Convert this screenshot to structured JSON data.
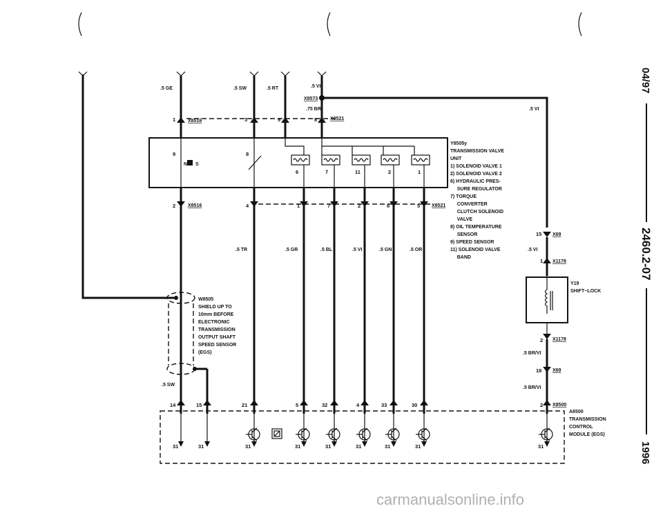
{
  "margin": {
    "date": "04/97",
    "page": "2460.2-07",
    "year": "1996"
  },
  "watermark": "carmanualsonline.info",
  "wires_top": [
    {
      "color": ".5 GE",
      "pin": "1",
      "conn": "X8516"
    },
    {
      "color": ".5 SW",
      "pin": "3",
      "conn": ""
    },
    {
      "color": ".5 RT",
      "pin": "9",
      "conn": ""
    },
    {
      "color": ".5 VI",
      "pin": "8",
      "conn": "X8521"
    }
  ],
  "splice": {
    "id": "X8573",
    "wire": ".75 BR"
  },
  "right_wire_top": ".5 VI",
  "valve_unit": {
    "inner_pins": [
      "9",
      "8",
      "6",
      "7",
      "11",
      "2",
      "1"
    ],
    "switch_text": "N",
    "switch_text2": "S",
    "title": "Y8505y",
    "lines": [
      "TRANSMISSION VALVE",
      "UNIT",
      "1)  SOLENOID VALVE 1",
      "2)  SOLENOID VALVE 2",
      "6)  HYDRAULIC PRES-",
      "     SURE REGULATOR",
      "7)  TORQUE",
      "     CONVERTER",
      "     CLUTCH SOLENOID",
      "     VALVE",
      "8)  OIL TEMPERATURE",
      "     SENSOR",
      "9)  SPEED SENSOR",
      "11) SOLENOID VALVE",
      "     BAND"
    ]
  },
  "bottom_pins_upper": {
    "left_pin": "2",
    "left_conn": "X8516",
    "pins": [
      "4",
      "1",
      "7",
      "2",
      "6",
      "5"
    ],
    "right_conn": "X8521"
  },
  "wire_colors_lower": [
    ".5 TR",
    ".5 GR",
    ".5 BL",
    ".5 VI",
    ".5 GN",
    ".5 OR"
  ],
  "shield": {
    "id": "W8505",
    "lines": [
      "SHIELD UP TO",
      "10mm BEFORE",
      "ELECTRONIC",
      "TRANSMISSION",
      "OUTPUT SHAFT",
      "SPEED SENSOR",
      "(EGS)"
    ],
    "wire": ".5 SW"
  },
  "right_chain": {
    "pin_a": "15",
    "conn_a": "X69",
    "wire_a": ".5 VI",
    "pin_b": "1",
    "conn_b": "X1178",
    "component_id": "Y19",
    "component_name": "SHIFT−LOCK",
    "pin_c": "2",
    "conn_c": "X1178",
    "wire_c": ".5 BR/VI",
    "pin_d": "18",
    "conn_d": "X69",
    "wire_d": ".5 BR/VI",
    "pin_e": "2",
    "conn_e": "X8500"
  },
  "module": {
    "pins": [
      "14",
      "15",
      "21",
      "5",
      "32",
      "4",
      "33",
      "30"
    ],
    "grounds": [
      "31",
      "31",
      "31",
      "31",
      "31",
      "31",
      "31",
      "31",
      "31"
    ],
    "id": "A8500",
    "lines": [
      "TRANSMISSION",
      "CONTROL",
      "MODULE (EGS)"
    ]
  }
}
